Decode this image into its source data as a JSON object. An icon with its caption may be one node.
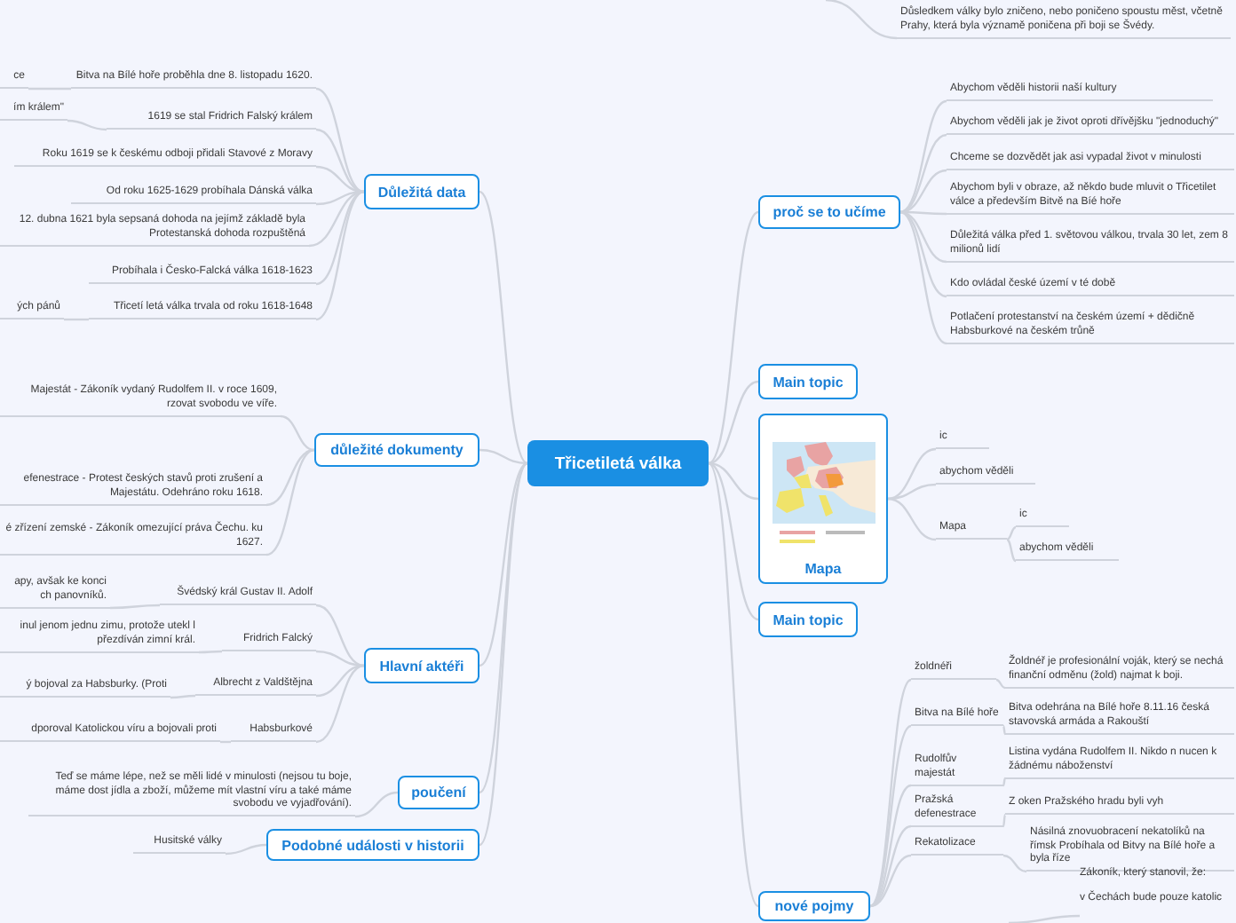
{
  "diagram": {
    "nodes": [
      {
        "text": [
          "Třicetiletá válka"
        ]
      },
      {
        "text": [
          "Důležitá data"
        ]
      },
      {
        "text": [
          "Bitva na Bílé hoře proběhla dne 8. listopadu 1620."
        ]
      },
      {
        "text": [
          "ce"
        ]
      },
      {
        "text": [
          "1619 se stal Fridrich Falský králem"
        ]
      },
      {
        "text": [
          "ím králem\""
        ]
      },
      {
        "text": [
          "Roku 1619 se k českému odboji přidali Stavové z Moravy"
        ]
      },
      {
        "text": [
          "Od roku 1625-1629 probíhala Dánská válka"
        ]
      },
      {
        "text": [
          "12. dubna 1621 byla sepsaná dohoda na jejímž základě byla Protestanská dohoda rozpuštěná"
        ]
      },
      {
        "text": [
          "Probíhala i Česko-Falcká válka 1618-1623"
        ]
      },
      {
        "text": [
          "Třicetí letá válka trvala od roku 1618-1648"
        ]
      },
      {
        "text": [
          "ých pánů"
        ]
      },
      {
        "text": [
          "důležité dokumenty"
        ]
      },
      {
        "text": [
          "Majestát - Zákoník vydaný Rudolfem II. v roce 1609, rzovat svobodu ve víře."
        ]
      },
      {
        "text": [
          "efenestrace - Protest českých stavů proti zrušení a Majestátu. Odehráno roku 1618."
        ]
      },
      {
        "text": [
          "é zřízení zemské - Zákoník omezující práva Čechu. ku 1627."
        ]
      },
      {
        "text": [
          "Hlavní aktéři"
        ]
      },
      {
        "text": [
          "Švédský král Gustav II. Adolf"
        ]
      },
      {
        "text": [
          "apy, avšak ke konci ch panovníků."
        ]
      },
      {
        "text": [
          "Fridrich Falcký"
        ]
      },
      {
        "text": [
          "inul jenom jednu zimu, protože utekl l přezdíván zimní král."
        ]
      },
      {
        "text": [
          "Albrecht z Valdštějna"
        ]
      },
      {
        "text": [
          "ý bojoval za Habsburky. (Proti"
        ]
      },
      {
        "text": [
          "Habsburkové"
        ]
      },
      {
        "text": [
          "dporoval Katolickou víru a bojovali proti"
        ]
      },
      {
        "text": [
          "poučení"
        ]
      },
      {
        "text": [
          "Teď se máme lépe, než se měli lidé v minulosti (nejsou tu boje, máme dost jídla a zboží, můžeme mít vlastní víru a také máme svobodu ve vyjadřování)."
        ]
      },
      {
        "text": [
          "Podobné události v historii"
        ]
      },
      {
        "text": [
          "Husitské války"
        ]
      },
      {
        "text": [
          "Důsledkem války bylo zničeno, nebo poničeno spoustu měst, včetně Prahy, která byla významě poničena při boji se Švédy."
        ]
      },
      {
        "text": [
          "proč se to učíme"
        ]
      },
      {
        "text": [
          "Abychom věděli historii naší kultury"
        ]
      },
      {
        "text": [
          "Abychom věděli jak je život oproti dřívějšku \"jednoduchý\""
        ]
      },
      {
        "text": [
          "Chceme se dozvědět jak asi vypadal život v minulosti"
        ]
      },
      {
        "text": [
          "Abychom byli v obraze, až někdo bude mluvit o Třicetilet válce a především Bitvě na Bíé hoře"
        ]
      },
      {
        "text": [
          "Důležitá válka před 1. světovou válkou, trvala 30 let, zem 8 milionů lidí"
        ]
      },
      {
        "text": [
          "Kdo ovládal české území v té době"
        ]
      },
      {
        "text": [
          "Potlačení protestanství na českém území + dědičně Habsburkové na českém trůně"
        ]
      },
      {
        "text": [
          "Main topic"
        ]
      },
      {
        "text": [
          "Mapa"
        ]
      },
      {
        "text": [
          "ic"
        ]
      },
      {
        "text": [
          "abychom věděli"
        ]
      },
      {
        "text": [
          "Mapa"
        ]
      },
      {
        "text": [
          "ic"
        ]
      },
      {
        "text": [
          "abychom věděli"
        ]
      },
      {
        "text": [
          "Main topic"
        ]
      },
      {
        "text": [
          "nové pojmy"
        ]
      },
      {
        "text": [
          "žoldnéři"
        ]
      },
      {
        "text": [
          "Žoldnéř je profesionální voják, který se nechá finanční odměnu (žold) najmat k boji."
        ]
      },
      {
        "text": [
          "Bitva na Bílé hoře"
        ]
      },
      {
        "text": [
          "Bitva odehrána na Bílé hoře 8.11.16 česká stavovská armáda a Rakouští"
        ]
      },
      {
        "text": [
          "Rudolfův majestát"
        ]
      },
      {
        "text": [
          "Listina vydána Rudolfem II. Nikdo n nucen k žádnému náboženství"
        ]
      },
      {
        "text": [
          "Pražská defenestrace"
        ]
      },
      {
        "text": [
          "Z oken Pražského hradu byli vyh"
        ]
      },
      {
        "text": [
          "Rekatolizace"
        ]
      },
      {
        "text": [
          "Násilná znovuobracení nekatolíků na římsk Probíhala od Bitvy na Bílé hoře a byla říze"
        ]
      },
      {
        "text": [
          "Zákoník, který stanovil, že:",
          "v Čechách bude pouze katolic"
        ]
      }
    ],
    "edges": [
      {
        "from": 0,
        "to": 1,
        "arrow": "none"
      },
      {
        "from": 1,
        "to": 2,
        "arrow": "none"
      },
      {
        "from": 2,
        "to": 3,
        "arrow": "none"
      },
      {
        "from": 1,
        "to": 4,
        "arrow": "none"
      },
      {
        "from": 4,
        "to": 5,
        "arrow": "none"
      },
      {
        "from": 1,
        "to": 6,
        "arrow": "none"
      },
      {
        "from": 1,
        "to": 7,
        "arrow": "none"
      },
      {
        "from": 1,
        "to": 8,
        "arrow": "none"
      },
      {
        "from": 1,
        "to": 9,
        "arrow": "none"
      },
      {
        "from": 1,
        "to": 10,
        "arrow": "none"
      },
      {
        "from": 10,
        "to": 11,
        "arrow": "none"
      },
      {
        "from": 0,
        "to": 12,
        "arrow": "none"
      },
      {
        "from": 12,
        "to": 13,
        "arrow": "none"
      },
      {
        "from": 12,
        "to": 14,
        "arrow": "none"
      },
      {
        "from": 12,
        "to": 15,
        "arrow": "none"
      },
      {
        "from": 0,
        "to": 16,
        "arrow": "none"
      },
      {
        "from": 16,
        "to": 17,
        "arrow": "none"
      },
      {
        "from": 17,
        "to": 18,
        "arrow": "none"
      },
      {
        "from": 16,
        "to": 19,
        "arrow": "none"
      },
      {
        "from": 19,
        "to": 20,
        "arrow": "none"
      },
      {
        "from": 16,
        "to": 21,
        "arrow": "none"
      },
      {
        "from": 21,
        "to": 22,
        "arrow": "none"
      },
      {
        "from": 16,
        "to": 23,
        "arrow": "none"
      },
      {
        "from": 23,
        "to": 24,
        "arrow": "none"
      },
      {
        "from": 0,
        "to": 25,
        "arrow": "none"
      },
      {
        "from": 25,
        "to": 26,
        "arrow": "none"
      },
      {
        "from": 0,
        "to": 27,
        "arrow": "none"
      },
      {
        "from": 27,
        "to": 28,
        "arrow": "none"
      },
      {
        "from": null,
        "to": 29,
        "arrow": "none"
      },
      {
        "from": 0,
        "to": 30,
        "arrow": "none"
      },
      {
        "from": 30,
        "to": 31,
        "arrow": "none"
      },
      {
        "from": 30,
        "to": 32,
        "arrow": "none"
      },
      {
        "from": 30,
        "to": 33,
        "arrow": "none"
      },
      {
        "from": 30,
        "to": 34,
        "arrow": "none"
      },
      {
        "from": 30,
        "to": 35,
        "arrow": "none"
      },
      {
        "from": 30,
        "to": 36,
        "arrow": "none"
      },
      {
        "from": 30,
        "to": 37,
        "arrow": "none"
      },
      {
        "from": 0,
        "to": 38,
        "arrow": "none"
      },
      {
        "from": 0,
        "to": 39,
        "arrow": "none"
      },
      {
        "from": 39,
        "to": 40,
        "arrow": "none"
      },
      {
        "from": 39,
        "to": 41,
        "arrow": "none"
      },
      {
        "from": 39,
        "to": 42,
        "arrow": "none"
      },
      {
        "from": 42,
        "to": 43,
        "arrow": "none"
      },
      {
        "from": 42,
        "to": 44,
        "arrow": "none"
      },
      {
        "from": 0,
        "to": 45,
        "arrow": "none"
      },
      {
        "from": 0,
        "to": 46,
        "arrow": "none"
      },
      {
        "from": 46,
        "to": 47,
        "arrow": "none"
      },
      {
        "from": 47,
        "to": 48,
        "arrow": "none"
      },
      {
        "from": 46,
        "to": 49,
        "arrow": "none"
      },
      {
        "from": 49,
        "to": 50,
        "arrow": "none"
      },
      {
        "from": 46,
        "to": 51,
        "arrow": "none"
      },
      {
        "from": 51,
        "to": 52,
        "arrow": "none"
      },
      {
        "from": 46,
        "to": 53,
        "arrow": "none"
      },
      {
        "from": 53,
        "to": 54,
        "arrow": "none"
      },
      {
        "from": 46,
        "to": 55,
        "arrow": "none"
      },
      {
        "from": 55,
        "to": 56,
        "arrow": "none"
      },
      {
        "from": null,
        "to": 57,
        "arrow": "none"
      }
    ]
  }
}
